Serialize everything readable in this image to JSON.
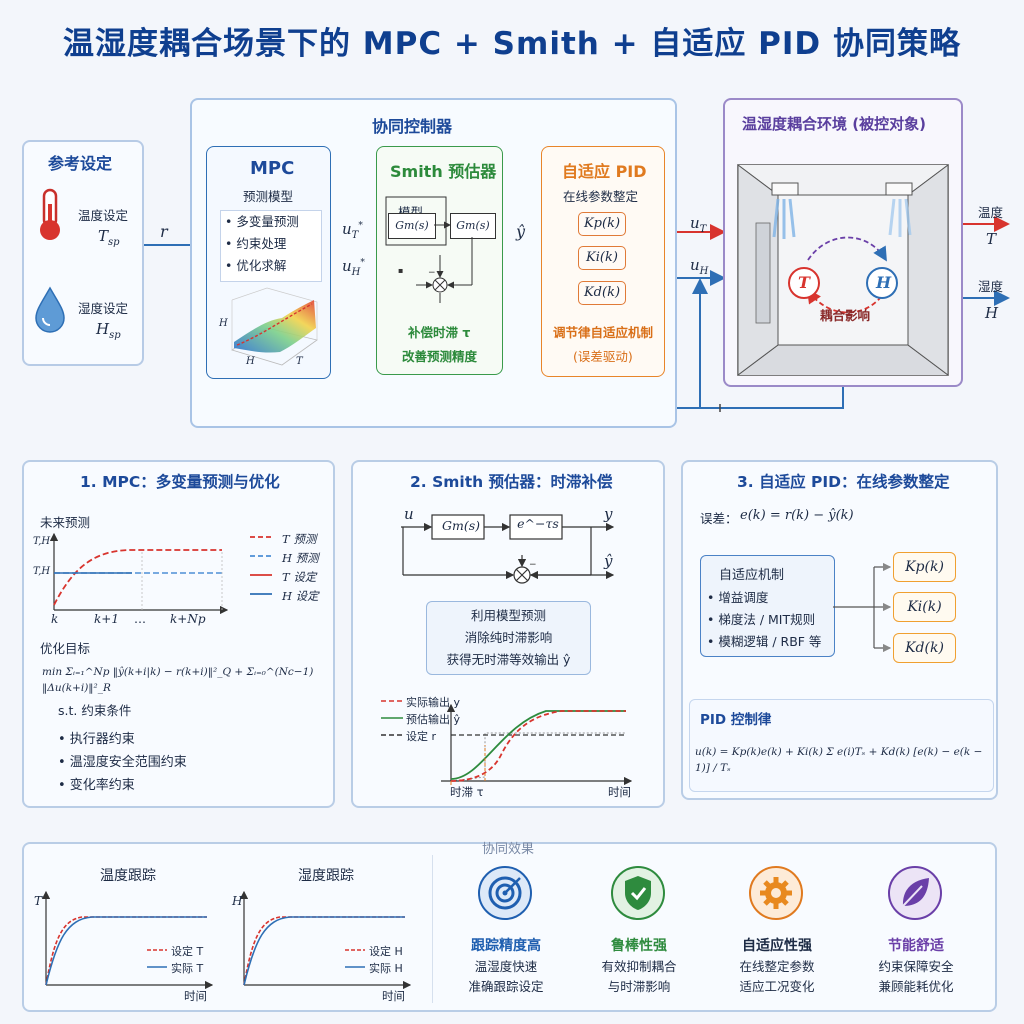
{
  "title": "温湿度耦合场景下的  MPC + Smith + 自适应 PID 协同策略",
  "setpoint": {
    "header": "参考设定",
    "temp_label": "温度设定",
    "temp_sym": "T",
    "temp_sub": "sp",
    "hum_label": "湿度设定",
    "hum_sym": "H",
    "hum_sub": "sp",
    "r": "r"
  },
  "controller": {
    "header": "协同控制器",
    "mpc": {
      "title": "MPC",
      "subtitle": "预测模型",
      "items": [
        "• 多变量预测",
        "• 约束处理",
        "• 优化求解"
      ],
      "axis_h": "H",
      "axis_t": "T"
    },
    "u_t": "u",
    "u_h": "u",
    "smith": {
      "title": "Smith 预估器",
      "model_label": "模型",
      "gm1": "Gm(s)",
      "gm2": "Gm(s)",
      "note1": "补偿时滞 τ",
      "note2": "改善预测精度",
      "yhat": "ŷ"
    },
    "pid": {
      "title": "自适应 PID",
      "subtitle": "在线参数整定",
      "kp": "Kp(k)",
      "ki": "Ki(k)",
      "kd": "Kd(k)",
      "note1": "调节律自适应机制",
      "note2": "(误差驱动)"
    }
  },
  "plant": {
    "header": "温湿度耦合环境 (被控对象)",
    "t": "T",
    "h": "H",
    "coupling": "耦合影响",
    "out_temp": "温度",
    "out_temp_sym": "T",
    "out_hum": "湿度",
    "out_hum_sym": "H",
    "u_t": "u",
    "u_h": "u"
  },
  "mpc_section": {
    "header": "1. MPC：多变量预测与优化",
    "future_label": "未来预测",
    "legend": [
      "T 预测",
      "H 预测",
      "T 设定",
      "H 设定"
    ],
    "ticks": [
      "k",
      "k+1",
      "…",
      "k+Np"
    ],
    "y_labels": [
      "T,H",
      "T,H"
    ],
    "objective_label": "优化目标",
    "objective_formula": "min Σᵢ₌₁^Np ‖ŷ(k+i|k) − r(k+i)‖²_Q + Σᵢ₌₀^(Nc−1) ‖Δu(k+i)‖²_R",
    "st_label": "s.t.   约束条件",
    "constraints": [
      "• 执行器约束",
      "• 温湿度安全范围约束",
      "• 变化率约束"
    ]
  },
  "smith_section": {
    "header": "2. Smith 预估器：时滞补偿",
    "u": "u",
    "gm": "Gm(s)",
    "delay": "e^−τs",
    "y": "y",
    "yhat": "ŷ",
    "notes": [
      "利用模型预测",
      "消除纯时滞影响",
      "获得无时滞等效输出 ŷ"
    ],
    "legend": [
      "实际输出 y",
      "预估输出 ŷ",
      "设定 r"
    ],
    "delay_label": "时滞 τ",
    "time_label": "时间"
  },
  "pid_section": {
    "header": "3. 自适应 PID：在线参数整定",
    "error_label": "误差：",
    "error_formula": "e(k) = r(k) − ŷ(k)",
    "mech_title": "自适应机制",
    "mech_items": [
      "• 增益调度",
      "• 梯度法 / MIT规则",
      "• 模糊逻辑 / RBF 等"
    ],
    "kp": "Kp(k)",
    "ki": "Ki(k)",
    "kd": "Kd(k)",
    "law_title": "PID 控制律",
    "law_formula": "u(k) = Kp(k)e(k) + Ki(k) Σ e(i)Tₛ + Kd(k) [e(k) − e(k − 1)] / Tₛ"
  },
  "bottom": {
    "header": "协同效果",
    "temp_track_title": "温度跟踪",
    "hum_track_title": "湿度跟踪",
    "temp_y": "T",
    "hum_y": "H",
    "temp_legend": [
      "设定 T",
      "实际 T"
    ],
    "hum_legend": [
      "设定 H",
      "实际 H"
    ],
    "time_label": "时间",
    "benefits": [
      {
        "title": "跟踪精度高",
        "line1": "温湿度快速",
        "line2": "准确跟踪设定",
        "icon": "target-icon",
        "color": "#1f5fb0"
      },
      {
        "title": "鲁棒性强",
        "line1": "有效抑制耦合",
        "line2": "与时滞影响",
        "icon": "shield-icon",
        "color": "#2e8b3e"
      },
      {
        "title": "自适应性强",
        "line1": "在线整定参数",
        "line2": "适应工况变化",
        "icon": "gear-icon",
        "color": "#e07a1f"
      },
      {
        "title": "节能舒适",
        "line1": "约束保障安全",
        "line2": "兼顾能耗优化",
        "icon": "leaf-icon",
        "color": "#6a3fa8"
      }
    ]
  }
}
